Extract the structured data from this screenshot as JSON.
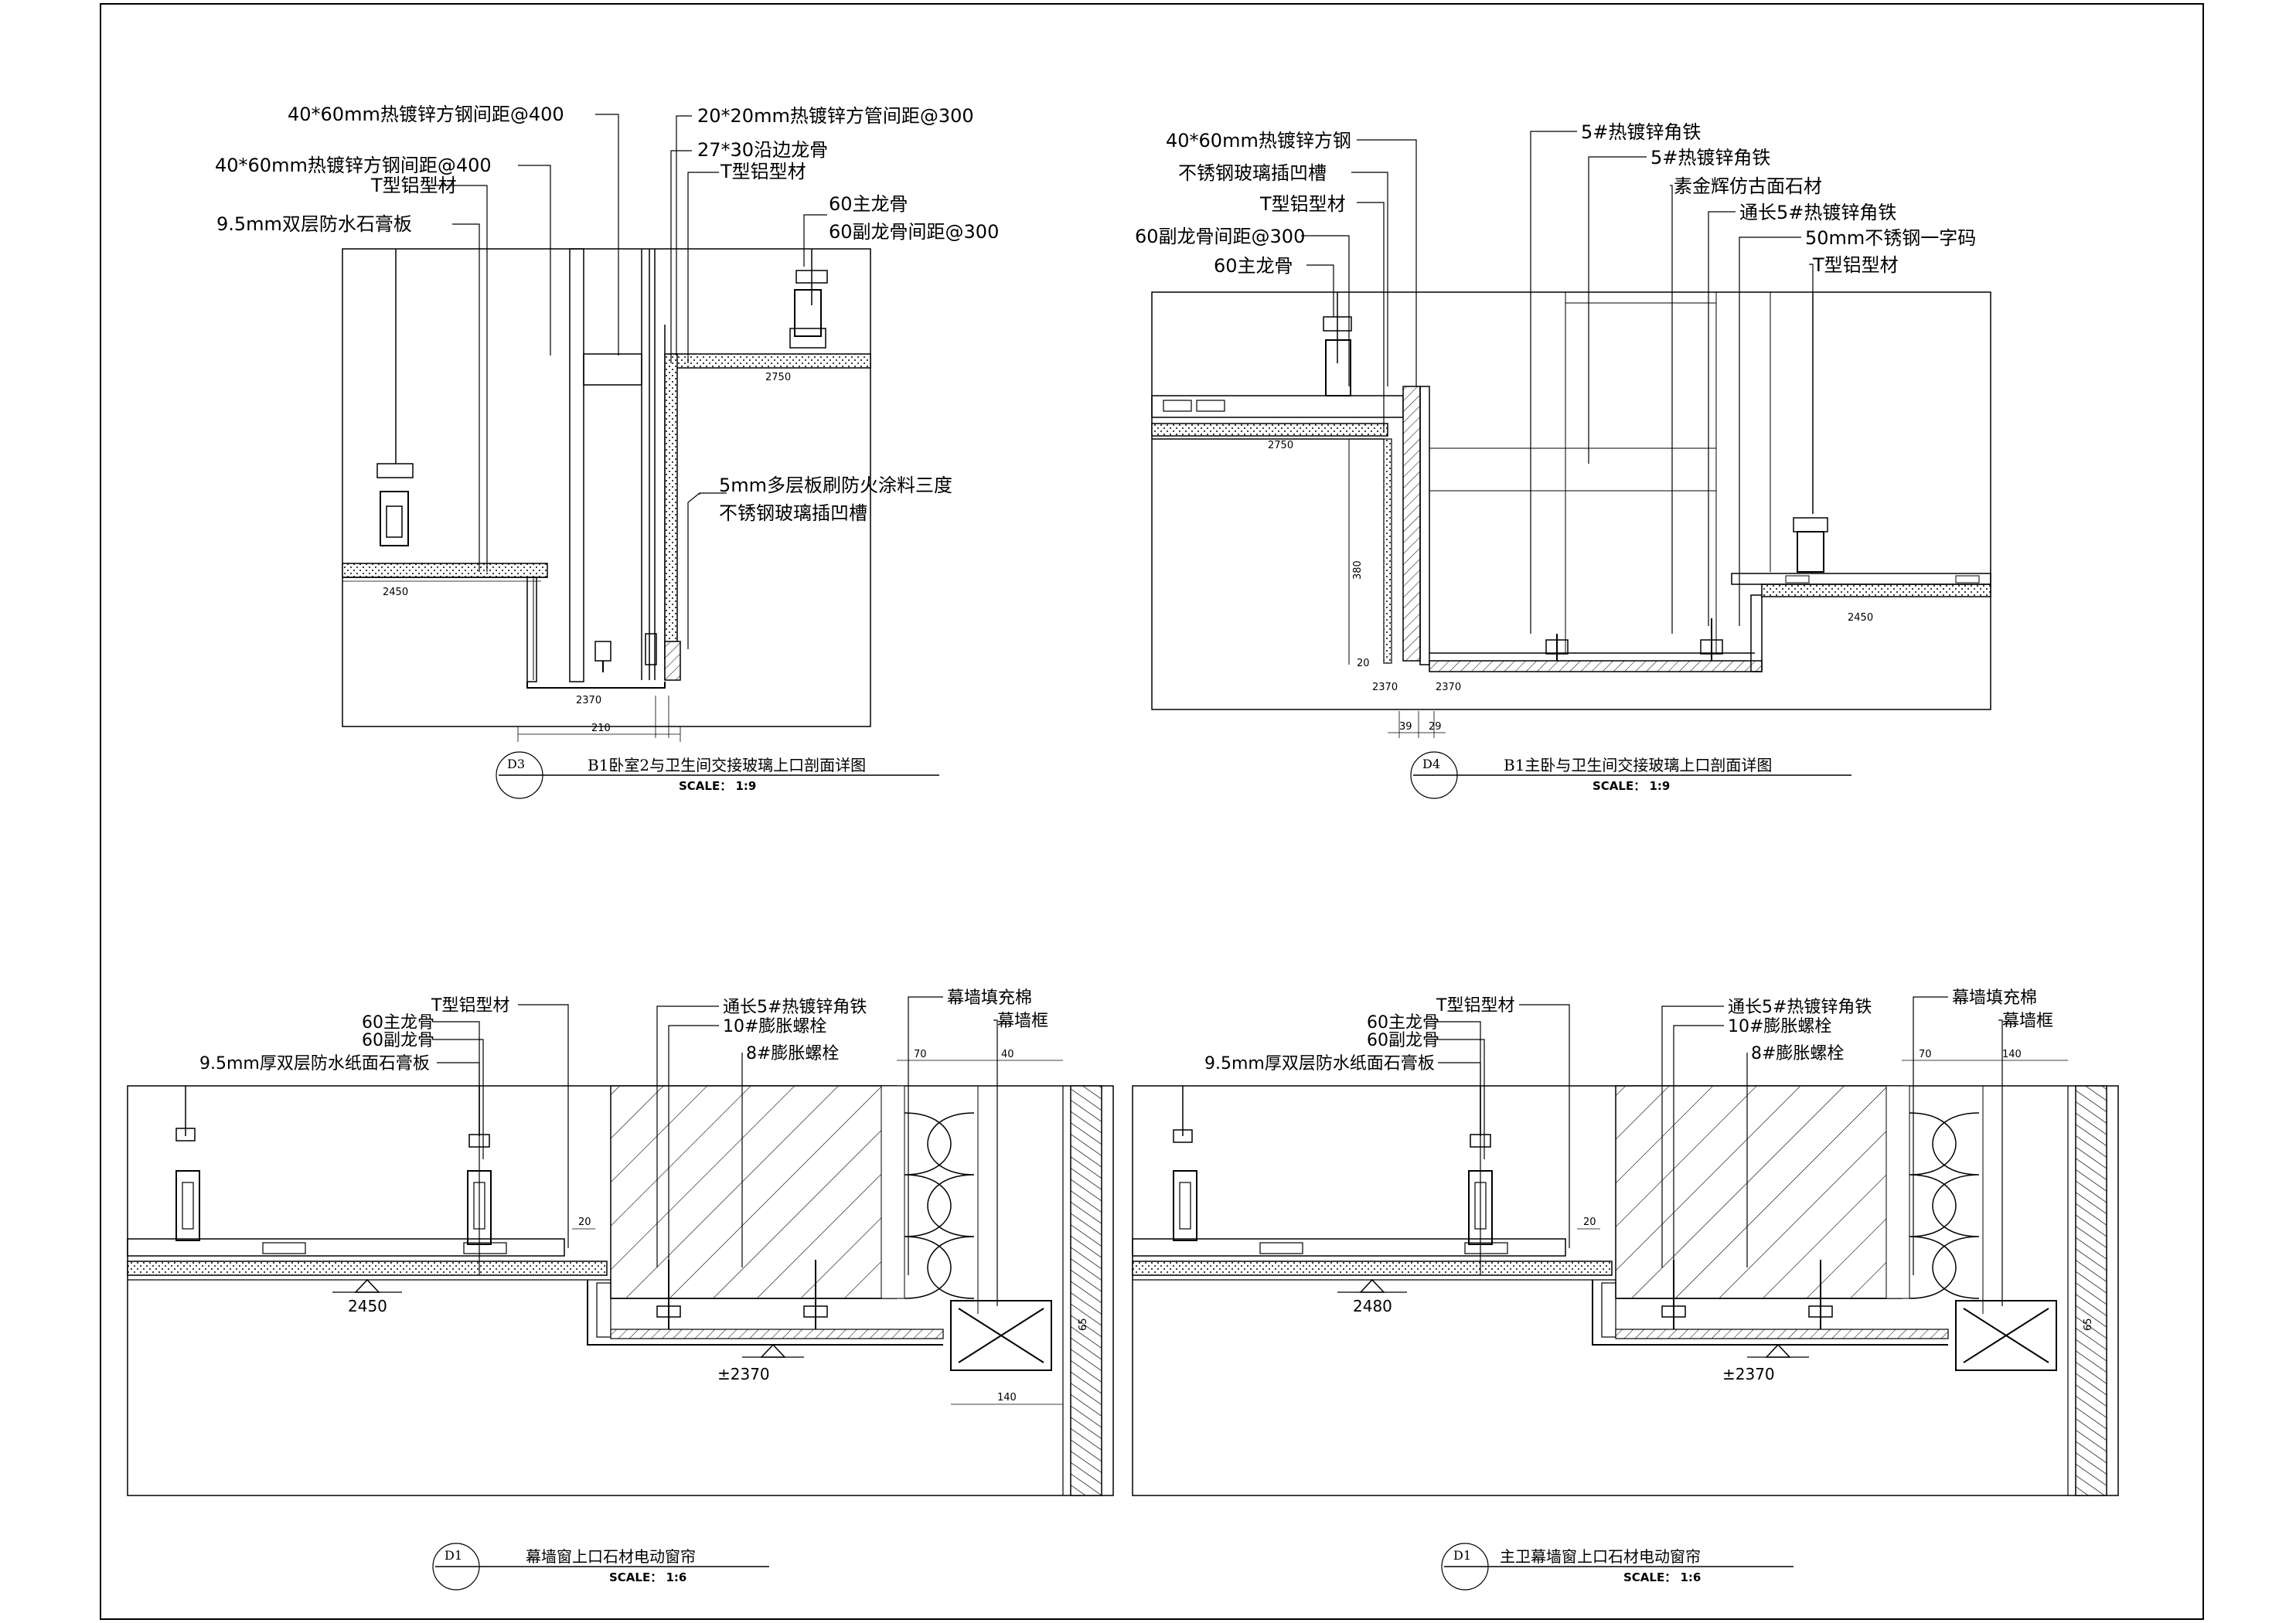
{
  "details": [
    {
      "id": "D3",
      "title": "B1卧室2与卫生间交接玻璃上口剖面详图",
      "scale": "SCALE： 1:9",
      "labels": [
        "40*60mm热镀锌方钢间距@400",
        "40*60mm热镀锌方钢间距@400",
        "T型铝型材",
        "9.5mm双层防水石膏板",
        "20*20mm热镀锌方管间距@300",
        "27*30沿边龙骨",
        "T型铝型材",
        "60主龙骨",
        "60副龙骨间距@300",
        "5mm多层板刷防火涂料三度",
        "不锈钢玻璃插凹槽"
      ],
      "dims": [
        "2750",
        "2450",
        "2370",
        "210"
      ]
    },
    {
      "id": "D4",
      "title": "B1主卧与卫生间交接玻璃上口剖面详图",
      "scale": "SCALE： 1:9",
      "labels": [
        "40*60mm热镀锌方钢",
        "不锈钢玻璃插凹槽",
        "T型铝型材",
        "60副龙骨间距@300",
        "60主龙骨",
        "5#热镀锌角铁",
        "5#热镀锌角铁",
        "素金辉仿古面石材",
        "通长5#热镀锌角铁",
        "50mm不锈钢一字码",
        "T型铝型材"
      ],
      "dims": [
        "2750",
        "380",
        "2450",
        "2370",
        "2370",
        "20",
        "39",
        "29"
      ]
    },
    {
      "id": "D1",
      "title": "幕墙窗上口石材电动窗帘",
      "scale": "SCALE： 1:6",
      "labels": [
        "T型铝型材",
        "60主龙骨",
        "60副龙骨",
        "9.5mm厚双层防水纸面石膏板",
        "通长5#热镀锌角铁",
        "10#膨胀螺栓",
        "8#膨胀螺栓",
        "幕墙填充棉",
        "幕墙框"
      ],
      "dims": [
        "70",
        "40",
        "20",
        "2450",
        "±2370",
        "140",
        "65"
      ]
    },
    {
      "id": "D1",
      "title": "主卫幕墙窗上口石材电动窗帘",
      "scale": "SCALE： 1:6",
      "labels": [
        "T型铝型材",
        "60主龙骨",
        "60副龙骨",
        "9.5mm厚双层防水纸面石膏板",
        "通长5#热镀锌角铁",
        "10#膨胀螺栓",
        "8#膨胀螺栓",
        "幕墙填充棉",
        "幕墙框"
      ],
      "dims": [
        "70",
        "140",
        "20",
        "2480",
        "±2370",
        "65"
      ]
    }
  ]
}
